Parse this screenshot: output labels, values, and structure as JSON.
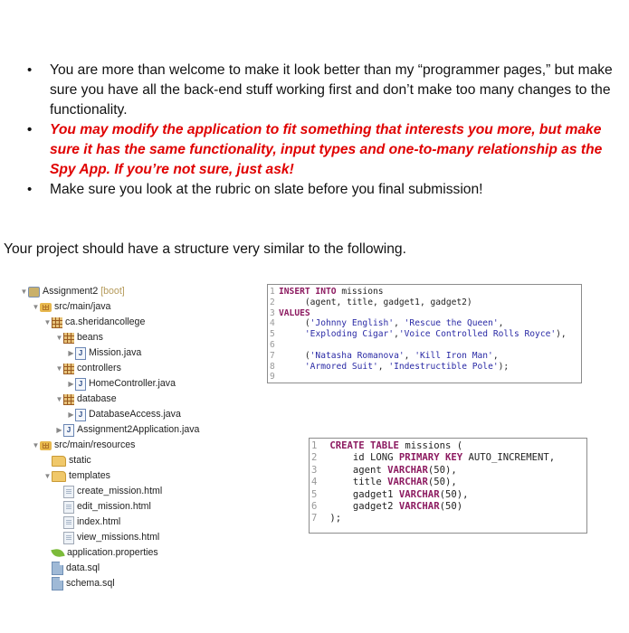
{
  "bullets": [
    {
      "text": "You are more than welcome to make it look better than my “programmer pages,” but make sure you have all the back-end stuff working first and don’t make too many changes to the functionality.",
      "style": "normal"
    },
    {
      "text": "You may modify the application to fit something that interests you more, but make sure it has the same functionality, input types and one-to-many relationship as the Spy App. If you’re not sure, just ask!",
      "style": "red-bold-italic"
    },
    {
      "text": "Make sure you look at the rubric on slate before you final submission!",
      "style": "normal"
    }
  ],
  "bullet_glyph": "•",
  "intro": "Your project should have a structure very similar to the following.",
  "tree": {
    "project": {
      "name": "Assignment2",
      "tag": "[boot]"
    },
    "nodes": [
      {
        "label": "src/main/java",
        "indent": 1,
        "toggle": "expanded",
        "icon": "source-folder-icon"
      },
      {
        "label": "ca.sheridancollege",
        "indent": 2,
        "toggle": "expanded",
        "icon": "package-icon"
      },
      {
        "label": "beans",
        "indent": 3,
        "toggle": "expanded",
        "icon": "package-icon"
      },
      {
        "label": "Mission.java",
        "indent": 4,
        "toggle": "collapsed",
        "icon": "java-file-icon"
      },
      {
        "label": "controllers",
        "indent": 3,
        "toggle": "expanded",
        "icon": "package-icon"
      },
      {
        "label": "HomeController.java",
        "indent": 4,
        "toggle": "collapsed",
        "icon": "java-file-icon"
      },
      {
        "label": "database",
        "indent": 3,
        "toggle": "expanded",
        "icon": "package-icon"
      },
      {
        "label": "DatabaseAccess.java",
        "indent": 4,
        "toggle": "collapsed",
        "icon": "java-file-icon"
      },
      {
        "label": "Assignment2Application.java",
        "indent": 3,
        "toggle": "collapsed",
        "icon": "java-file-icon"
      },
      {
        "label": "src/main/resources",
        "indent": 1,
        "toggle": "expanded",
        "icon": "source-folder-icon"
      },
      {
        "label": "static",
        "indent": 2,
        "toggle": "none",
        "icon": "folder-icon"
      },
      {
        "label": "templates",
        "indent": 2,
        "toggle": "expanded",
        "icon": "folder-icon"
      },
      {
        "label": "create_mission.html",
        "indent": 3,
        "toggle": "none",
        "icon": "html-file-icon"
      },
      {
        "label": "edit_mission.html",
        "indent": 3,
        "toggle": "none",
        "icon": "html-file-icon"
      },
      {
        "label": "index.html",
        "indent": 3,
        "toggle": "none",
        "icon": "html-file-icon"
      },
      {
        "label": "view_missions.html",
        "indent": 3,
        "toggle": "none",
        "icon": "html-file-icon"
      },
      {
        "label": "application.properties",
        "indent": 2,
        "toggle": "none",
        "icon": "properties-leaf-icon"
      },
      {
        "label": "data.sql",
        "indent": 2,
        "toggle": "none",
        "icon": "sql-file-icon"
      },
      {
        "label": "schema.sql",
        "indent": 2,
        "toggle": "none",
        "icon": "sql-file-icon"
      }
    ]
  },
  "data_sql": {
    "lines": [
      {
        "n": "1",
        "parts": [
          [
            "kw",
            "INSERT INTO"
          ],
          [
            "t",
            " missions"
          ]
        ]
      },
      {
        "n": "2",
        "parts": [
          [
            "t",
            "     (agent, title, gadget1, gadget2)"
          ]
        ]
      },
      {
        "n": "3",
        "parts": [
          [
            "kw",
            "VALUES"
          ]
        ]
      },
      {
        "n": "4",
        "parts": [
          [
            "t",
            "     ("
          ],
          [
            "str",
            "'Johnny English'"
          ],
          [
            "t",
            ", "
          ],
          [
            "str",
            "'Rescue the Queen'"
          ],
          [
            "t",
            ","
          ]
        ]
      },
      {
        "n": "5",
        "parts": [
          [
            "t",
            "     "
          ],
          [
            "str",
            "'Exploding Cigar'"
          ],
          [
            "t",
            ","
          ],
          [
            "str",
            "'Voice Controlled Rolls Royce'"
          ],
          [
            "t",
            "),"
          ]
        ]
      },
      {
        "n": "6",
        "parts": []
      },
      {
        "n": "7",
        "parts": [
          [
            "t",
            "     ("
          ],
          [
            "str",
            "'Natasha Romanova'"
          ],
          [
            "t",
            ", "
          ],
          [
            "str",
            "'Kill Iron Man'"
          ],
          [
            "t",
            ","
          ]
        ]
      },
      {
        "n": "8",
        "parts": [
          [
            "t",
            "     "
          ],
          [
            "str",
            "'Armored Suit'"
          ],
          [
            "t",
            ", "
          ],
          [
            "str",
            "'Indestructible Pole'"
          ],
          [
            "t",
            ");"
          ]
        ]
      },
      {
        "n": "9",
        "parts": []
      }
    ]
  },
  "schema_sql": {
    "lines": [
      {
        "n": "1",
        "parts": [
          [
            "t",
            " "
          ],
          [
            "kw",
            "CREATE TABLE"
          ],
          [
            "t",
            " missions ("
          ]
        ]
      },
      {
        "n": "2",
        "parts": [
          [
            "t",
            "     id LONG "
          ],
          [
            "kw",
            "PRIMARY KEY"
          ],
          [
            "t",
            " AUTO_INCREMENT,"
          ]
        ]
      },
      {
        "n": "3",
        "parts": [
          [
            "t",
            "     agent "
          ],
          [
            "kw",
            "VARCHAR"
          ],
          [
            "t",
            "(50),"
          ]
        ]
      },
      {
        "n": "4",
        "parts": [
          [
            "t",
            "     title "
          ],
          [
            "kw",
            "VARCHAR"
          ],
          [
            "t",
            "(50),"
          ]
        ]
      },
      {
        "n": "5",
        "parts": [
          [
            "t",
            "     gadget1 "
          ],
          [
            "kw",
            "VARCHAR"
          ],
          [
            "t",
            "(50),"
          ]
        ]
      },
      {
        "n": "6",
        "parts": [
          [
            "t",
            "     gadget2 "
          ],
          [
            "kw",
            "VARCHAR"
          ],
          [
            "t",
            "(50)"
          ]
        ]
      },
      {
        "n": "7",
        "parts": [
          [
            "t",
            " );"
          ]
        ]
      }
    ]
  },
  "colors": {
    "red_text": "#e00000",
    "sql_keyword": "#8c1a60",
    "sql_string": "#2a2aa5",
    "line_number": "#999999"
  }
}
